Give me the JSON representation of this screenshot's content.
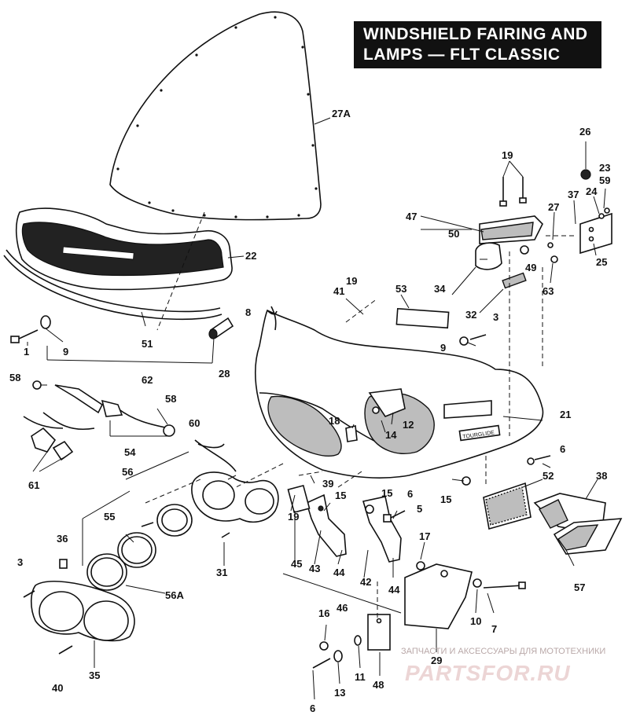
{
  "title": {
    "line1": "WINDSHIELD FAIRING AND",
    "line2": "LAMPS — FLT CLASSIC"
  },
  "callouts": {
    "c27A": "27A",
    "c22": "22",
    "c51": "51",
    "c1": "1",
    "c9a": "9",
    "c28": "28",
    "c8": "8",
    "c58a": "58",
    "c62": "62",
    "c58b": "58",
    "c54": "54",
    "c61": "61",
    "c60": "60",
    "c56": "56",
    "c55": "55",
    "c36": "36",
    "c3a": "3",
    "c56A": "56A",
    "c31": "31",
    "c40": "40",
    "c35": "35",
    "c41": "41",
    "c19a": "19",
    "c53": "53",
    "c3b": "3",
    "c9b": "9",
    "c18": "18",
    "c14": "14",
    "c12": "12",
    "c21": "21",
    "c39": "39",
    "c19b": "19",
    "c15a": "15",
    "c45": "45",
    "c43": "43",
    "c44a": "44",
    "c46": "46",
    "c15b": "15",
    "c6a": "6",
    "c5": "5",
    "c42": "42",
    "c44b": "44",
    "c17": "17",
    "c16": "16",
    "c13": "13",
    "c6b": "6",
    "c11": "11",
    "c48": "48",
    "c29": "29",
    "c10": "10",
    "c7": "7",
    "c15c": "15",
    "c52": "52",
    "c6c": "6",
    "c38": "38",
    "c57": "57",
    "c19c": "19",
    "c47": "47",
    "c50": "50",
    "c34": "34",
    "c49": "49",
    "c32": "32",
    "c63": "63",
    "c27": "27",
    "c37": "37",
    "c26": "26",
    "c23": "23",
    "c59": "59",
    "c24": "24",
    "c25": "25"
  },
  "fairing_badge": "TOURGLIDE",
  "watermark": {
    "tagline": "ЗАПЧАСТИ И АКСЕССУАРЫ ДЛЯ МОТОТЕХНИКИ",
    "logo": "PARTSFOR.RU"
  }
}
